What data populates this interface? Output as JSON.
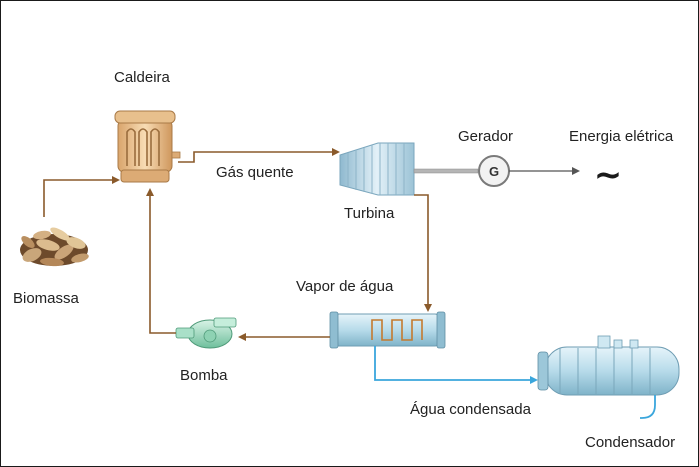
{
  "labels": {
    "boiler": "Caldeira",
    "hot_gas": "Gás quente",
    "turbine": "Turbina",
    "generator": "Gerador",
    "electric_energy": "Energia elétrica",
    "biomass": "Biomassa",
    "steam": "Vapor de água",
    "pump": "Bomba",
    "condensed_water": "Água condensada",
    "condenser": "Condensador"
  },
  "generator_symbol": "G",
  "ac_symbol": "~",
  "colors": {
    "brown_flow": "#8a5a2b",
    "blue_flow": "#3aa6dc",
    "boiler_body": "#f3cfa0",
    "turbine_body": "#bcd8e8",
    "pump_body": "#a9e0c8",
    "condenser_body": "#b7dbea"
  },
  "icons": {
    "boiler": "boiler-icon",
    "turbine": "turbine-icon",
    "generator": "generator-icon",
    "biomass": "biomass-pile-icon",
    "pump": "pump-icon",
    "heat_exchanger": "heat-exchanger-icon",
    "condenser": "condenser-tank-icon",
    "ac": "ac-wave-icon"
  }
}
